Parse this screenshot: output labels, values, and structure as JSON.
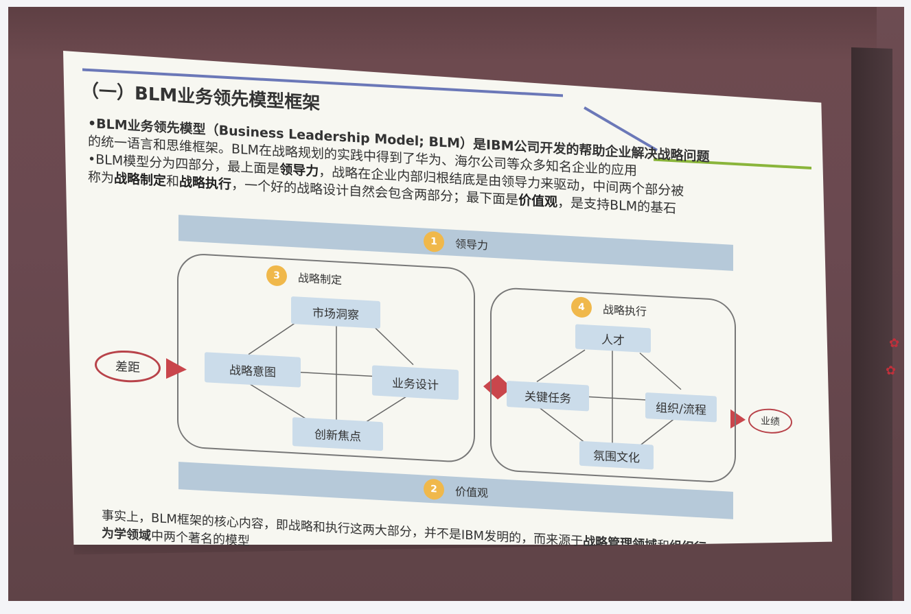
{
  "slide": {
    "title": "（一）BLM业务领先模型框架",
    "para1_a": "•BLM业务领先模型（Business Leadership Model; BLM）是IBM公司开发的帮助企业解决战略问题",
    "para1_b": "的统一语言和思维框架。BLM在战略规划的实践中得到了华为、海尔公司等众多知名企业的应用",
    "para2_a1": "•BLM模型分为四部分，最上面是",
    "para2_a_bold": "领导力",
    "para2_a2": "，战略在企业内部归根结底是由领导力来驱动，中间两个部分被",
    "para2_b1": "称为",
    "para2_b_bold1": "战略制定",
    "para2_b2": "和",
    "para2_b_bold2": "战略执行",
    "para2_b3": "，一个好的战略设计自然会包含两部分；最下面是",
    "para2_b_bold3": "价值观",
    "para2_b4": "，是支持BLM的基石"
  },
  "diagram": {
    "top_band": {
      "num": "1",
      "label": "领导力"
    },
    "bottom_band": {
      "num": "2",
      "label": "价值观"
    },
    "left_frame": {
      "num": "3",
      "label": "战略制定",
      "nodes": [
        "市场洞察",
        "战略意图",
        "业务设计",
        "创新焦点"
      ]
    },
    "right_frame": {
      "num": "4",
      "label": "战略执行",
      "nodes": [
        "人才",
        "关键任务",
        "组织/流程",
        "氛围文化"
      ]
    },
    "input_label": "差距",
    "output_label": "业绩"
  },
  "footer": {
    "line1_a": "事实上，BLM框架的核心内容，即战略和执行这两大部分，并不是IBM发明的，而来源于",
    "line1_bold": "战略管理领域",
    "line1_b": "和",
    "line1_bold2": "组织行",
    "line2_bold": "为学领域",
    "line2_a": "中两个著名的模型"
  },
  "colors": {
    "band": "#b6c9d9",
    "node": "#cbdcea",
    "badge": "#f0b84b",
    "accent_red": "#b8434a",
    "title_blue": "#6b78b8",
    "title_green": "#8ab53b"
  }
}
